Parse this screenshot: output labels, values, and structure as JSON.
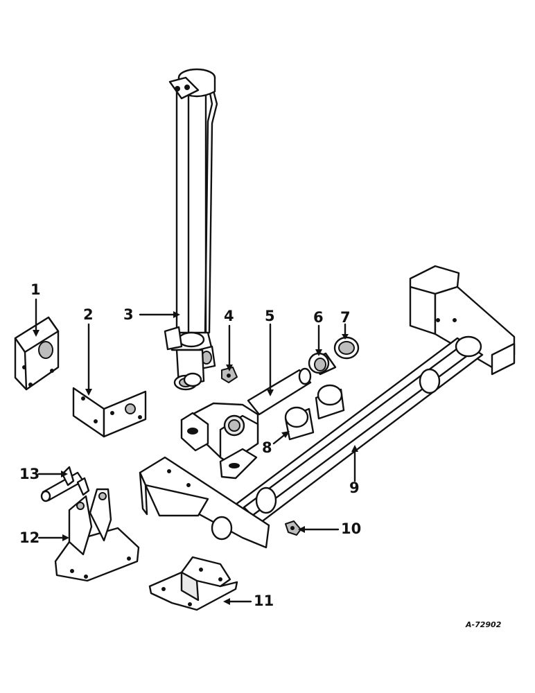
{
  "diagram": {
    "drawing_number": "A-72902",
    "callouts": [
      {
        "id": "1",
        "label": "1"
      },
      {
        "id": "2",
        "label": "2"
      },
      {
        "id": "3",
        "label": "3"
      },
      {
        "id": "4",
        "label": "4"
      },
      {
        "id": "5",
        "label": "5"
      },
      {
        "id": "6",
        "label": "6"
      },
      {
        "id": "7",
        "label": "7"
      },
      {
        "id": "8",
        "label": "8"
      },
      {
        "id": "9",
        "label": "9"
      },
      {
        "id": "10",
        "label": "10"
      },
      {
        "id": "11",
        "label": "11"
      },
      {
        "id": "12",
        "label": "12"
      },
      {
        "id": "13",
        "label": "13"
      }
    ]
  }
}
